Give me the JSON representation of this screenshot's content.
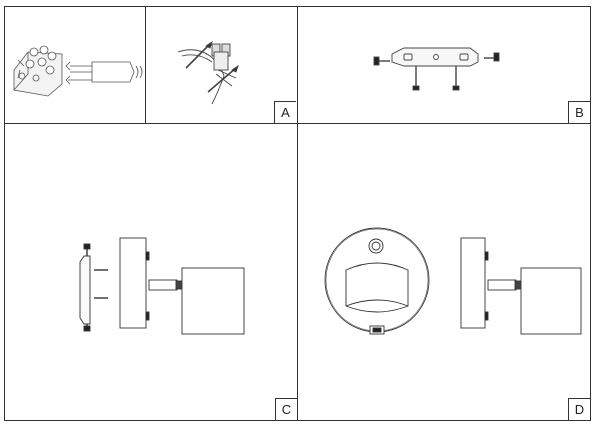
{
  "panels": [
    {
      "id": "panel-a",
      "label": "A"
    },
    {
      "id": "panel-b",
      "label": "B"
    },
    {
      "id": "panel-c",
      "label": "C"
    },
    {
      "id": "panel-d",
      "label": "D"
    }
  ],
  "colors": {
    "line": "#333333",
    "light_line": "#777777",
    "background": "#ffffff"
  }
}
